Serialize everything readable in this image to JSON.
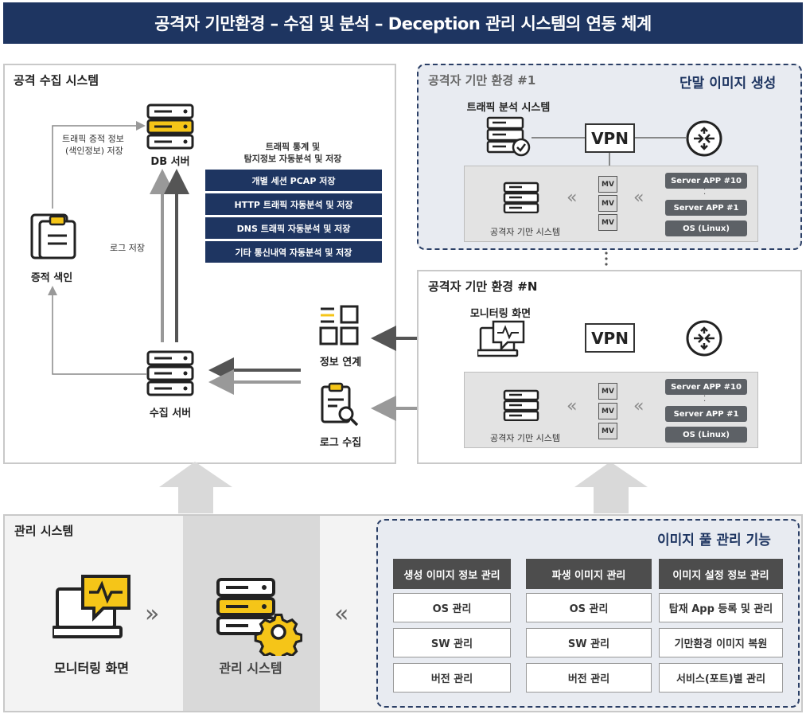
{
  "title": "공격자 기만환경 – 수집 및 분석 – Deception 관리 시스템의 연동 체계",
  "collection": {
    "title": "공격 수집 시스템",
    "db_server": "DB 서버",
    "trace_note_1": "트래픽 증적 정보",
    "trace_note_2": "(색인정보) 저장",
    "evidence_index": "증적 색인",
    "log_store": "로그 저장",
    "collect_server": "수집 서버",
    "stats_title_1": "트래픽 통계 및",
    "stats_title_2": "탐지정보 자동분석 및 저장",
    "stats": [
      "개별 세션 PCAP 저장",
      "HTTP 트래픽 자동분석 및 저장",
      "DNS 트래픽 자동분석 및 저장",
      "기타 통신내역 자동분석 및 저장"
    ],
    "info_link": "정보 연계",
    "log_collect": "로그 수집"
  },
  "env1": {
    "title": "공격자 기만 환경 #1",
    "badge": "단말 이미지 생성",
    "traffic_system": "트래픽 분석 시스템",
    "vpn": "VPN",
    "deception_system": "공격자 기만 시스템",
    "mv": [
      "MV",
      "MV",
      "MV"
    ],
    "apps": [
      "Server APP #10",
      "Server APP #1",
      "OS (Linux)"
    ]
  },
  "envN": {
    "title": "공격자 기만 환경 #N",
    "monitor": "모니터링 화면",
    "vpn": "VPN",
    "deception_system": "공격자 기만 시스템",
    "mv": [
      "MV",
      "MV",
      "MV"
    ],
    "apps": [
      "Server APP #10",
      "Server APP #1",
      "OS (Linux)"
    ]
  },
  "mgmt": {
    "title": "관리 시스템",
    "monitor": "모니터링 화면",
    "system": "관리 시스템",
    "pool_title": "이미지 풀 관리 기능",
    "columns": [
      {
        "head": "생성 이미지 정보 관리",
        "items": [
          "OS 관리",
          "SW 관리",
          "버전 관리"
        ]
      },
      {
        "head": "파생 이미지 관리",
        "items": [
          "OS 관리",
          "SW 관리",
          "버전 관리"
        ]
      },
      {
        "head": "이미지 설정 정보 관리",
        "items": [
          "탑재 App 등록 및 관리",
          "기만환경 이미지 복원",
          "서비스(포트)별 관리"
        ]
      }
    ]
  },
  "colors": {
    "navy": "#1e3561",
    "yellow": "#f5c518",
    "gray": "#4d4d4d"
  },
  "icons": [
    "server-icon",
    "clipboard-icon",
    "monitor-icon",
    "router-icon",
    "grid-icon",
    "search-doc-icon",
    "gear-icon"
  ]
}
